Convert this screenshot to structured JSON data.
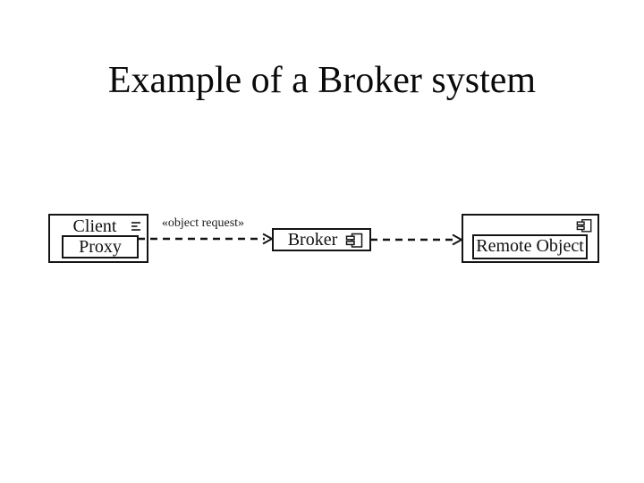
{
  "slide": {
    "title": "Example of a Broker system",
    "colors": {
      "background": "#ffffff",
      "ink": "#141414"
    },
    "diagram": {
      "client": {
        "label": "Client",
        "icon": "lines-adornment-icon"
      },
      "proxy": {
        "label": "Proxy"
      },
      "broker": {
        "label": "Broker",
        "icon": "component-icon"
      },
      "remote_object": {
        "label": "Remote Object",
        "icon": "component-icon"
      },
      "connector1": {
        "label": "«object request»",
        "style": "dashed-arrow",
        "from": "Proxy",
        "to": "Broker"
      },
      "connector2": {
        "style": "dashed-arrow",
        "from": "Broker",
        "to": "Remote Object"
      }
    }
  }
}
